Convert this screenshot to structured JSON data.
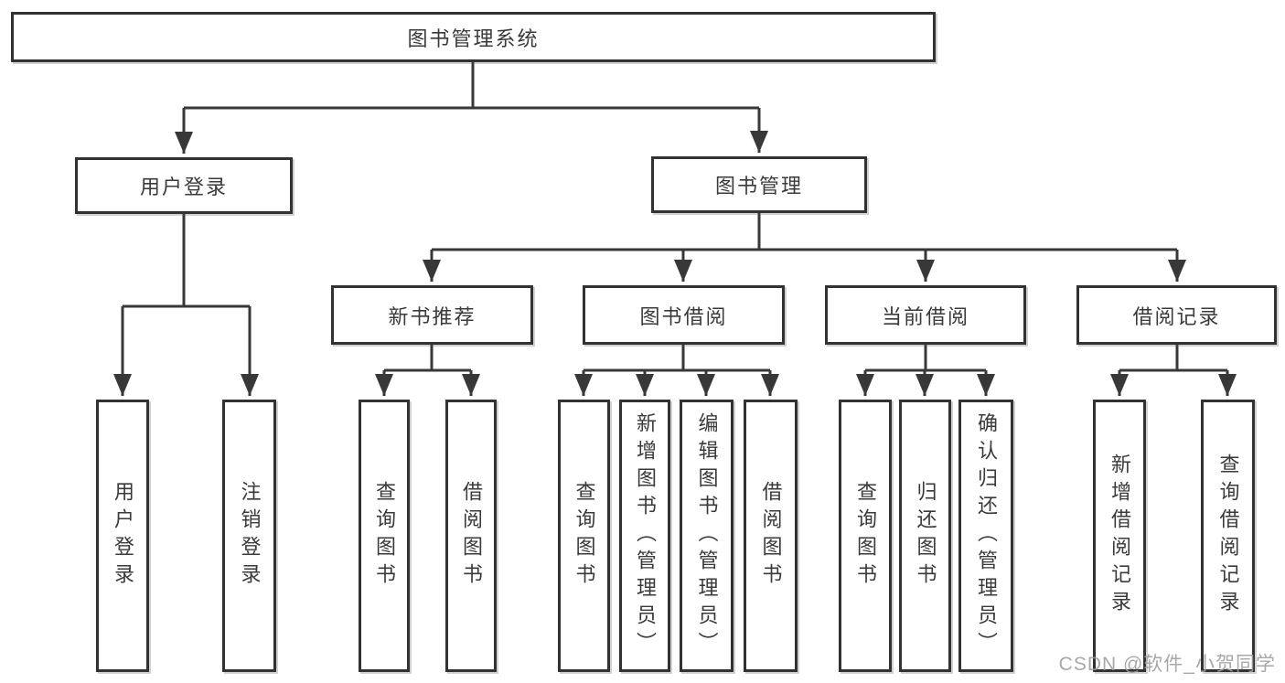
{
  "diagram": {
    "root": {
      "label": "图书管理系统"
    },
    "level2": [
      {
        "label": "用户登录"
      },
      {
        "label": "图书管理"
      }
    ],
    "level3": [
      {
        "label": "新书推荐"
      },
      {
        "label": "图书借阅"
      },
      {
        "label": "当前借阅"
      },
      {
        "label": "借阅记录"
      }
    ],
    "leaves": [
      {
        "label": "用户登录",
        "parent": "用户登录"
      },
      {
        "label": "注销登录",
        "parent": "用户登录"
      },
      {
        "label": "查询图书",
        "parent": "新书推荐"
      },
      {
        "label": "借阅图书",
        "parent": "新书推荐"
      },
      {
        "label": "查询图书",
        "parent": "图书借阅"
      },
      {
        "label": "新增图书（管理员）",
        "parent": "图书借阅"
      },
      {
        "label": "编辑图书（管理员）",
        "parent": "图书借阅"
      },
      {
        "label": "借阅图书",
        "parent": "图书借阅"
      },
      {
        "label": "查询图书",
        "parent": "当前借阅"
      },
      {
        "label": "归还图书",
        "parent": "当前借阅"
      },
      {
        "label": "确认归还（管理员）",
        "parent": "当前借阅"
      },
      {
        "label": "新增借阅记录",
        "parent": "借阅记录"
      },
      {
        "label": "查询借阅记录",
        "parent": "借阅记录"
      }
    ]
  },
  "watermark": {
    "text": "CSDN @软件_小贺同学",
    "color": "#9e9e9e"
  },
  "colors": {
    "line": "#383838",
    "box_border": "#323232",
    "text": "#3a3a3a",
    "background": "#ffffff"
  }
}
